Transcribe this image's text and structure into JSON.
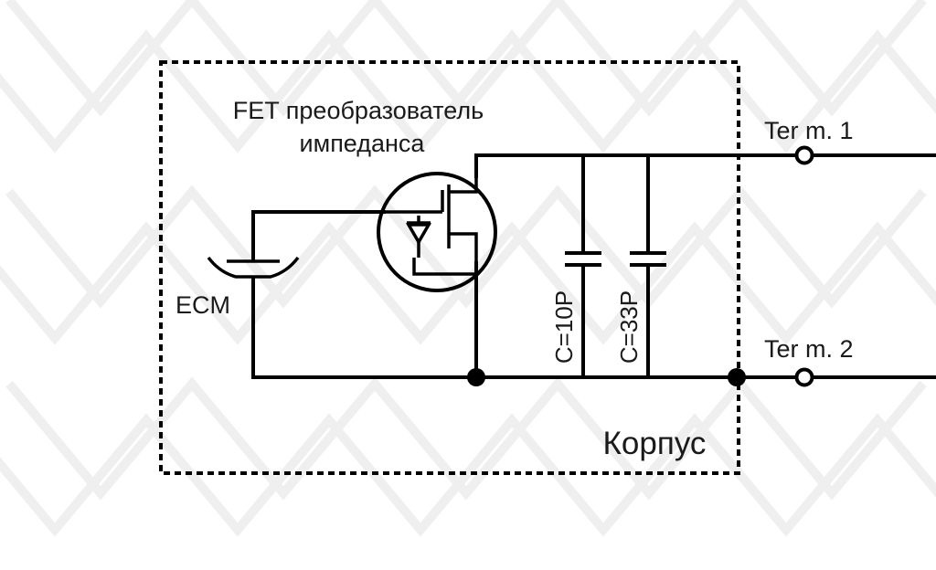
{
  "diagram": {
    "fet_label_line1": "FET преобразователь",
    "fet_label_line2": "импеданса",
    "ecm_label": "ECM",
    "cap1_label": "C=10P",
    "cap2_label": "C=33P",
    "term1_label": "Ter m. 1",
    "term2_label": "Ter m. 2",
    "housing_label": "Корпус"
  },
  "colors": {
    "line": "#000000",
    "text": "#1a1a1a",
    "watermark": "#f1f1f1",
    "background": "#ffffff"
  }
}
